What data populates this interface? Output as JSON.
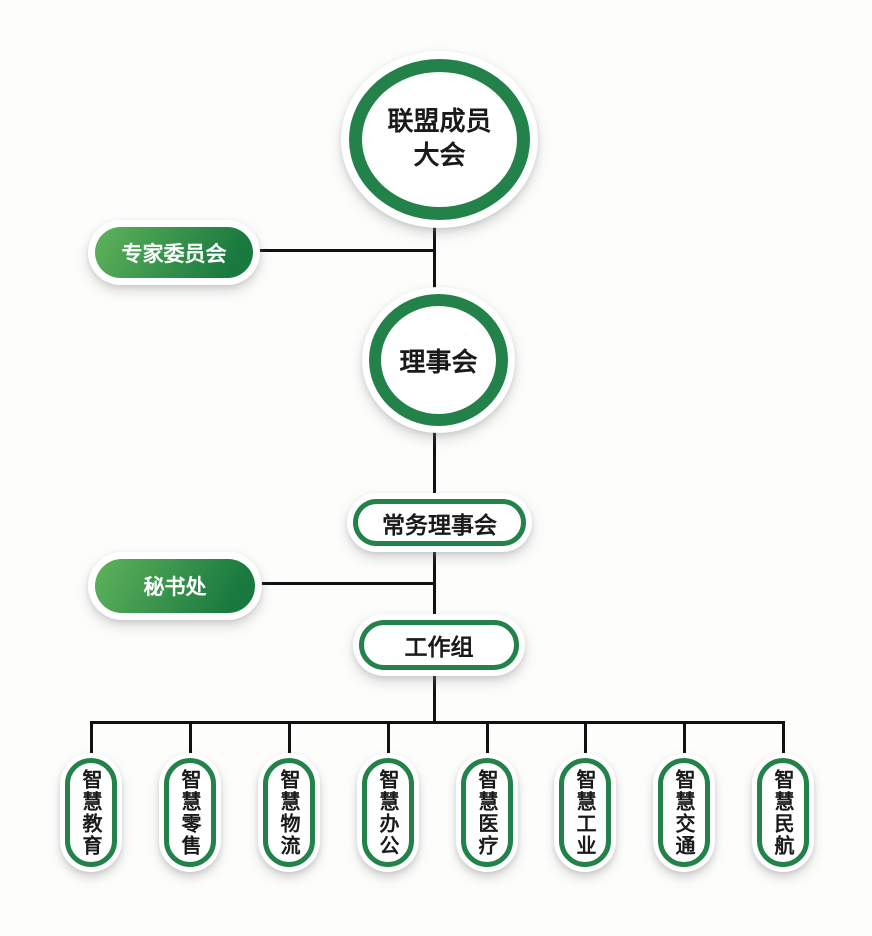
{
  "diagram": {
    "type": "org-chart",
    "nodes": {
      "assembly": {
        "label": "联盟成员\n大会",
        "shape": "circle-outline"
      },
      "expert_committee": {
        "label": "专家委员会",
        "shape": "pill-gradient-filled"
      },
      "council": {
        "label": "理事会",
        "shape": "circle-outline"
      },
      "standing_council": {
        "label": "常务理事会",
        "shape": "pill-outline"
      },
      "secretariat": {
        "label": "秘书处",
        "shape": "pill-gradient-filled"
      },
      "working_group": {
        "label": "工作组",
        "shape": "pill-outline"
      }
    },
    "departments": [
      {
        "label": "智慧教育"
      },
      {
        "label": "智慧零售"
      },
      {
        "label": "智慧物流"
      },
      {
        "label": "智慧办公"
      },
      {
        "label": "智慧医疗"
      },
      {
        "label": "智慧工业"
      },
      {
        "label": "智慧交通"
      },
      {
        "label": "智慧民航"
      }
    ],
    "edges": [
      "assembly - council",
      "expert_committee - (assembly-council line)",
      "council - standing_council",
      "standing_council - working_group",
      "secretariat - (standing_council-working_group line)",
      "working_group - all 8 departments"
    ],
    "colors": {
      "ring_green": "#23824a",
      "gradient_light": "#5fb35b",
      "gradient_dark": "#19793f",
      "line_black": "#111111"
    }
  }
}
